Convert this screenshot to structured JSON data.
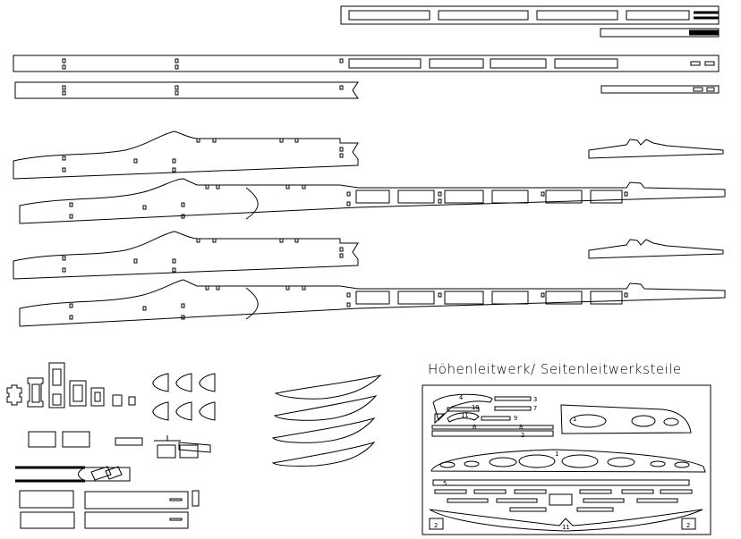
{
  "title": "Höhenleitwerk/ Seitenleitwerksteile",
  "part_labels": [
    "4",
    "10",
    "3",
    "7",
    "9",
    "11",
    "6",
    "8",
    "2",
    "1",
    "1",
    "5",
    "2",
    "2",
    "11"
  ],
  "colors": {
    "line": "#000000",
    "background": "#ffffff"
  }
}
